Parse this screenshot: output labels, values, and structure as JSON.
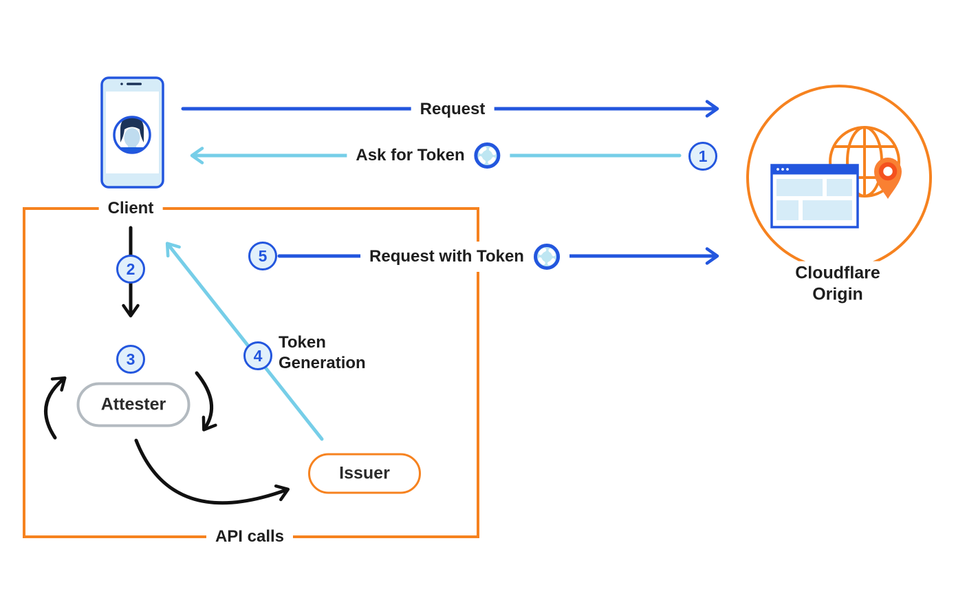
{
  "colors": {
    "blue": "#2356DE",
    "cyan": "#76CEE8",
    "orange": "#F6821F",
    "pin_red": "#F4511E",
    "ink": "#1E1E1E",
    "step_fill": "#E1F0FB",
    "panel": "#D6ECF8",
    "token_fill": "#BEE6F2",
    "gray": "#B3BAC0",
    "navy": "#1C3358",
    "face": "#BFDCEF"
  },
  "nodes": {
    "client": {
      "label": "Client"
    },
    "origin": {
      "label": "Cloudflare Origin"
    },
    "attester": {
      "label": "Attester"
    },
    "issuer": {
      "label": "Issuer"
    }
  },
  "api_box": {
    "label": "API calls"
  },
  "flows": {
    "request": {
      "label": "Request"
    },
    "ask_for_token": {
      "step": "1",
      "label": "Ask for Token"
    },
    "client_to_attester": {
      "step": "2"
    },
    "attestation": {
      "step": "3"
    },
    "token_generation": {
      "step": "4",
      "label": "Token Generation"
    },
    "request_with_token": {
      "step": "5",
      "label": "Request with Token"
    }
  },
  "icons": {
    "token": "token-icon",
    "phone": "client-phone-icon",
    "globe": "globe-icon",
    "browser": "browser-window-icon",
    "pin": "location-pin-icon"
  }
}
